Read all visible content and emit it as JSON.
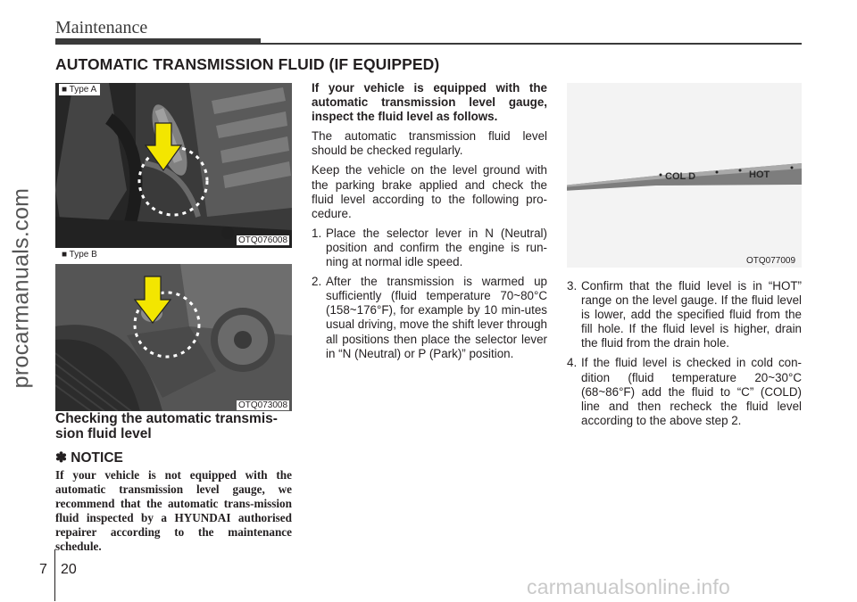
{
  "header": {
    "running_title": "Maintenance"
  },
  "section": {
    "title": "AUTOMATIC TRANSMISSION FLUID (IF EQUIPPED)"
  },
  "watermarks": {
    "side": "procarmanuals.com",
    "footer": "carmanualsonline.info"
  },
  "figures": {
    "type_a": {
      "tag": "■ Type A",
      "code": "OTQ076008"
    },
    "type_b": {
      "tag": "■ Type B",
      "code": "OTQ073008"
    },
    "dipstick": {
      "code": "OTQ077009",
      "cold_label": "COL D",
      "hot_label": "HOT"
    }
  },
  "left_column": {
    "subheading": "Checking the automatic transmis-sion fluid level",
    "notice_title": "✽ NOTICE",
    "notice_body": "If your vehicle is not equipped with the automatic transmission level gauge, we recommend that the automatic trans-mission fluid inspected by a HYUNDAI authorised repairer according to the maintenance schedule."
  },
  "middle_column": {
    "intro_bold": "If your vehicle is equipped with the automatic transmission level gauge, inspect the fluid level as follows.",
    "para1": "The automatic transmission fluid level should be checked regularly.",
    "para2": "Keep the vehicle on the level ground with the parking brake applied and check the fluid level according to the following pro-cedure.",
    "steps": [
      {
        "num": "1.",
        "text": "Place the selector lever in N (Neutral) position and confirm the engine is run-ning at normal idle speed."
      },
      {
        "num": "2.",
        "text": "After the transmission is warmed up sufficiently (fluid temperature 70~80°C (158~176°F), for example by 10 min-utes usual driving, move the shift lever through all positions then place the selector lever in “N (Neutral) or P (Park)” position."
      }
    ]
  },
  "right_column": {
    "steps": [
      {
        "num": "3.",
        "text": "Confirm that the fluid level is in “HOT” range on the level gauge. If the fluid level is lower, add the specified fluid from the fill hole. If the fluid level is higher, drain the fluid from the drain hole."
      },
      {
        "num": "4.",
        "text": "If the fluid level is checked in cold con-dition (fluid temperature 20~30°C (68~86°F) add the fluid  to “C” (COLD) line and then recheck the fluid level according to the above step 2."
      }
    ]
  },
  "footer": {
    "chapter": "7",
    "page": "20"
  },
  "colors": {
    "arrow": "#f3e600",
    "text": "#231f20",
    "photo_dark": "#2e2e2e"
  }
}
